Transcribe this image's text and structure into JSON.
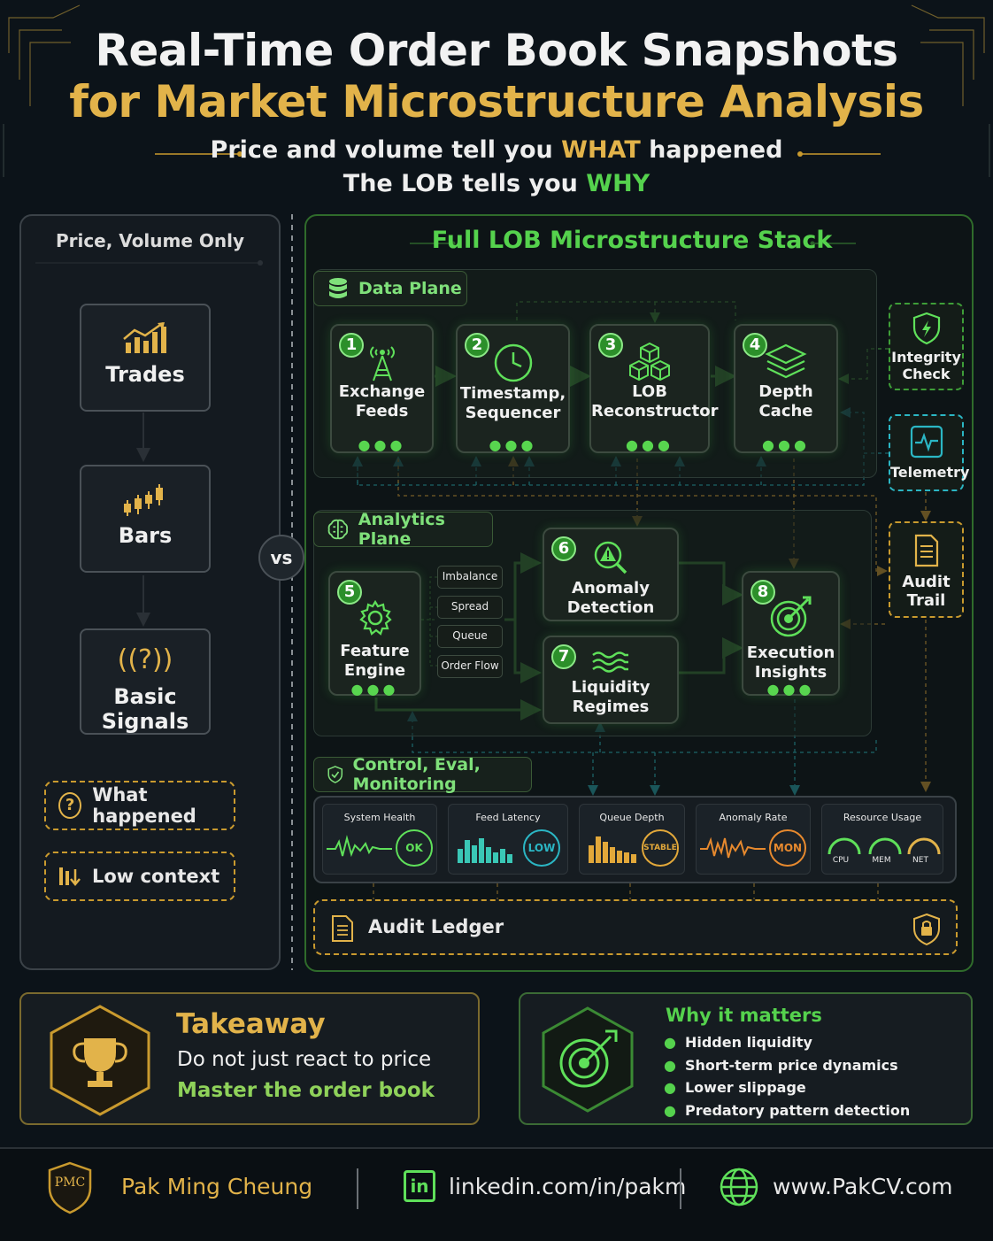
{
  "title": {
    "line1": "Real-Time Order Book Snapshots",
    "line2": "for Market Microstructure Analysis"
  },
  "subtitle": {
    "l1_pre": "Price and volume tell you ",
    "l1_em": "WHAT",
    "l1_post": " happened",
    "l2_pre": "The LOB tells you ",
    "l2_em": "WHY"
  },
  "left_panel": {
    "header": "Price, Volume Only",
    "boxes": [
      "Trades",
      "Bars",
      "Basic Signals"
    ],
    "pills": [
      "What happened",
      "Low context"
    ]
  },
  "vs": "vs",
  "stack": {
    "title": "Full LOB Microstructure Stack",
    "data_plane": {
      "label": "Data Plane",
      "nodes": [
        {
          "num": "1",
          "l1": "Exchange",
          "l2": "Feeds"
        },
        {
          "num": "2",
          "l1": "Timestamp,",
          "l2": "Sequencer"
        },
        {
          "num": "3",
          "l1": "LOB",
          "l2": "Reconstructor"
        },
        {
          "num": "4",
          "l1": "Depth",
          "l2": "Cache"
        }
      ]
    },
    "side": {
      "integrity_l1": "Integrity",
      "integrity_l2": "Check",
      "telemetry": "Telemetry",
      "audit_l1": "Audit",
      "audit_l2": "Trail"
    },
    "analytics_plane": {
      "label": "Analytics Plane",
      "feature": {
        "num": "5",
        "l1": "Feature",
        "l2": "Engine"
      },
      "features": [
        "Imbalance",
        "Spread",
        "Queue",
        "Order Flow"
      ],
      "anomaly": {
        "num": "6",
        "l1": "Anomaly",
        "l2": "Detection"
      },
      "liquidity": {
        "num": "7",
        "l1": "Liquidity",
        "l2": "Regimes"
      },
      "execution": {
        "num": "8",
        "l1": "Execution",
        "l2": "Insights"
      }
    },
    "control": {
      "label": "Control, Eval, Monitoring",
      "cards": [
        {
          "label": "System Health",
          "badge": "OK"
        },
        {
          "label": "Feed Latency",
          "badge": "LOW"
        },
        {
          "label": "Queue Depth",
          "badge": "STABLE"
        },
        {
          "label": "Anomaly Rate",
          "badge": "MON"
        },
        {
          "label": "Resource Usage",
          "gauges": [
            "CPU",
            "MEM",
            "NET"
          ]
        }
      ]
    },
    "ledger": "Audit Ledger"
  },
  "takeaway": {
    "title": "Takeaway",
    "l1": "Do not just react to price",
    "l2": "Master the order book"
  },
  "why": {
    "title": "Why it matters",
    "items": [
      "Hidden liquidity",
      "Short-term price dynamics",
      "Lower slippage",
      "Predatory pattern detection"
    ]
  },
  "footer": {
    "logo": "PMC",
    "name": "Pak Ming Cheung",
    "linkedin": "linkedin.com/in/pakm",
    "web": "www.PakCV.com"
  },
  "colors": {
    "gold": "#e2b34a",
    "green": "#55d24d",
    "cyan": "#2bb6c4",
    "orange": "#e6892e",
    "background": "#0c1319"
  }
}
